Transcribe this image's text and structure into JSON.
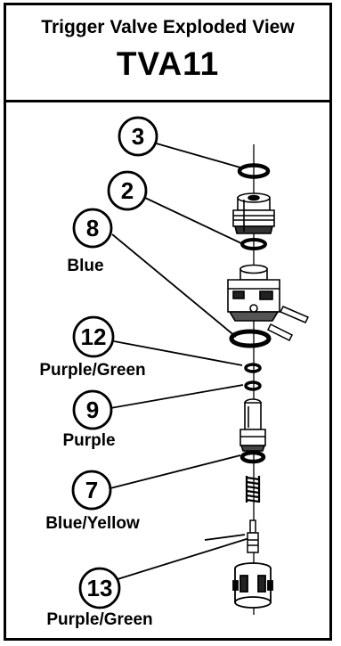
{
  "header": {
    "title": "Trigger Valve Exploded View",
    "code": "TVA11"
  },
  "callouts": [
    {
      "number": "3",
      "color_label": ""
    },
    {
      "number": "2",
      "color_label": ""
    },
    {
      "number": "8",
      "color_label": "Blue"
    },
    {
      "number": "12",
      "color_label": "Purple/Green"
    },
    {
      "number": "9",
      "color_label": "Purple"
    },
    {
      "number": "7",
      "color_label": "Blue/Yellow"
    },
    {
      "number": "13",
      "color_label": "Purple/Green"
    }
  ],
  "colors": {
    "ink": "#000000",
    "background": "#ffffff"
  }
}
